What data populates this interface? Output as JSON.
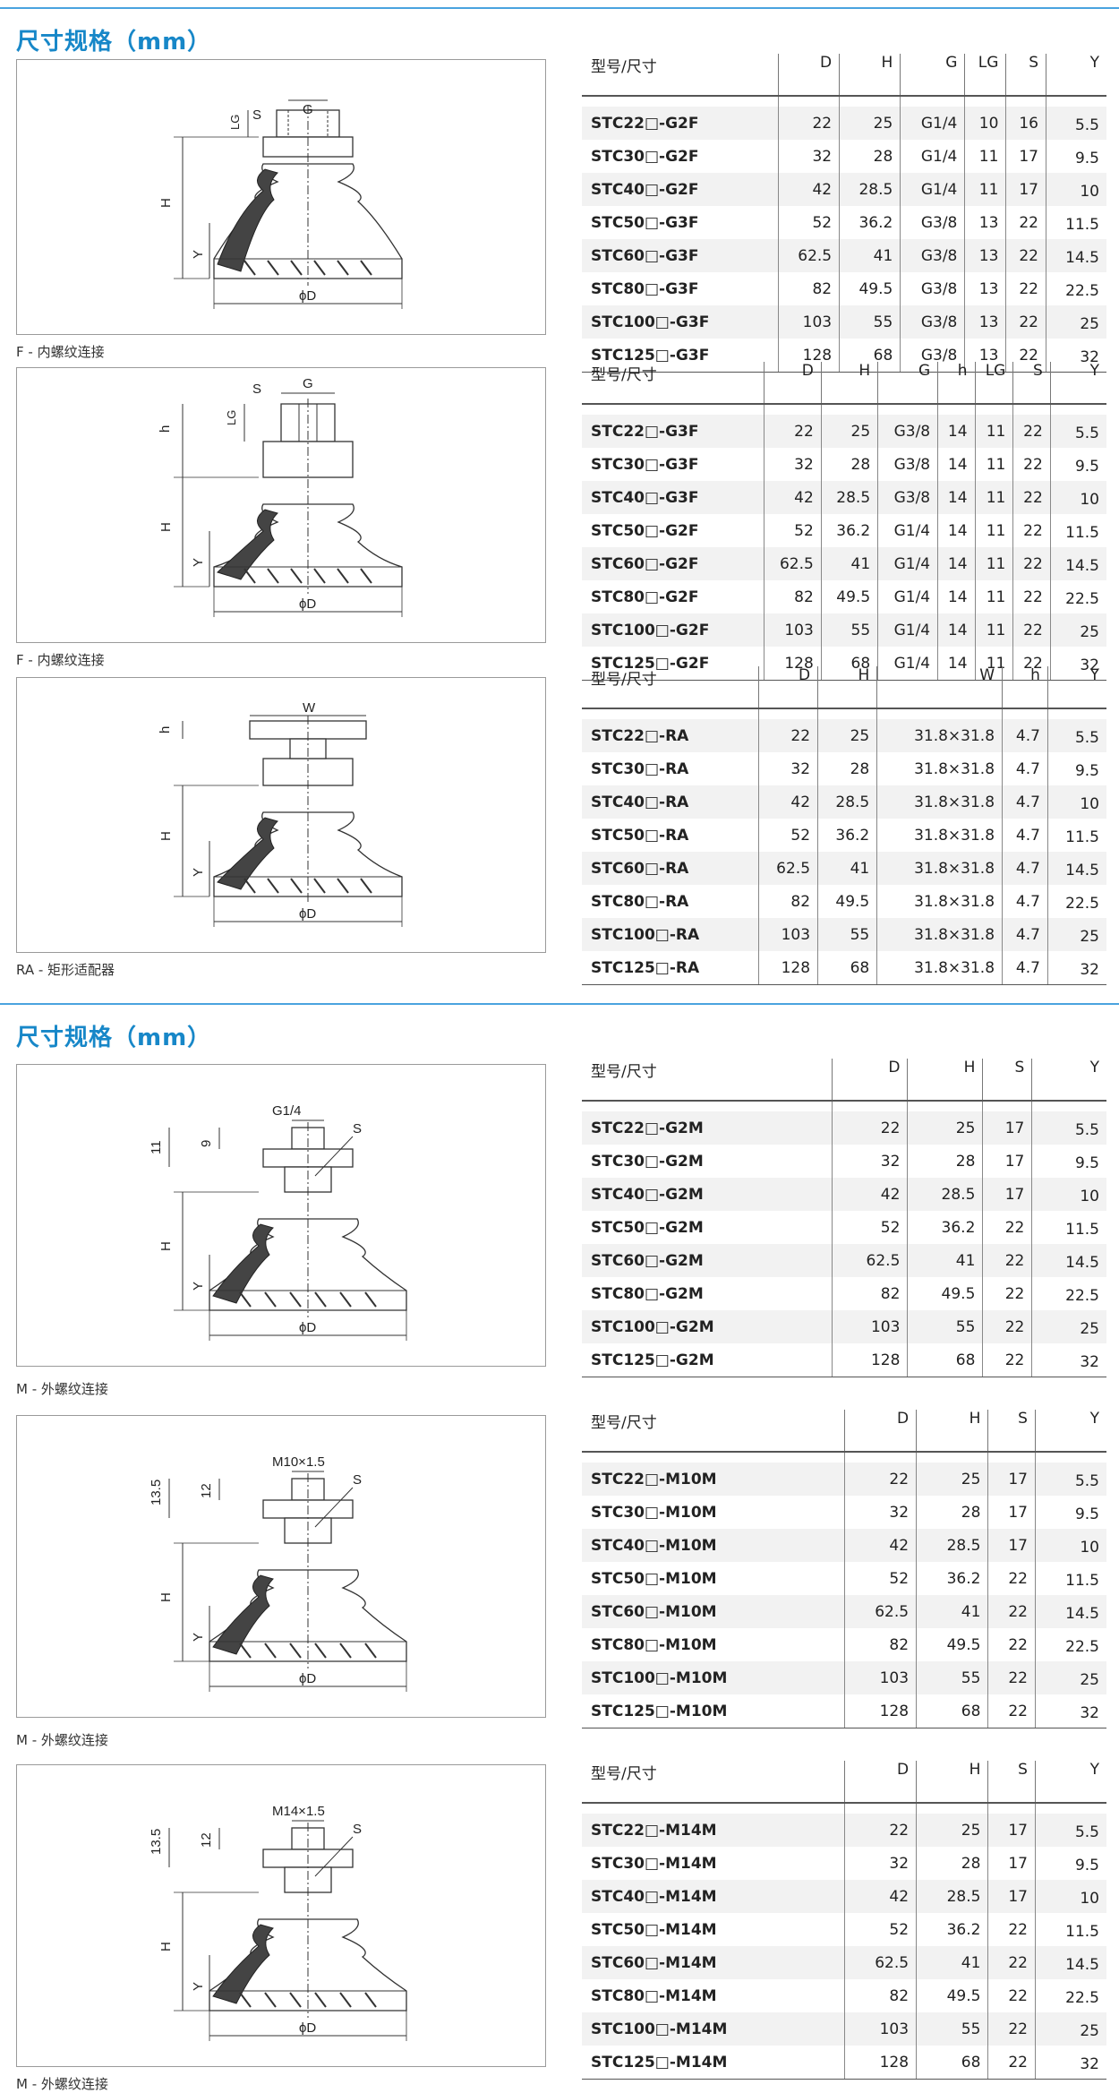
{
  "sections": [
    {
      "title": "尺寸规格（mm）"
    },
    {
      "title": "尺寸规格（mm）"
    }
  ],
  "diagrams": [
    {
      "caption": "F - 内螺纹连接",
      "labels": {
        "top_a": "S",
        "top_b": "G",
        "lg": "LG",
        "h": "H",
        "y": "Y",
        "d": "ϕD"
      }
    },
    {
      "caption": "F - 内螺纹连接",
      "labels": {
        "top_a": "S",
        "top_b": "G",
        "lg": "LG",
        "hh": "h",
        "h": "H",
        "y": "Y",
        "d": "ϕD"
      }
    },
    {
      "caption": "RA - 矩形适配器",
      "labels": {
        "w": "W",
        "hh": "h",
        "h": "H",
        "y": "Y",
        "d": "ϕD"
      }
    },
    {
      "caption": "M - 外螺纹连接",
      "labels": {
        "thread": "G1/4",
        "s": "S",
        "t1": "11",
        "t2": "9",
        "h": "H",
        "y": "Y",
        "d": "ϕD"
      }
    },
    {
      "caption": "M - 外螺纹连接",
      "labels": {
        "thread": "M10×1.5",
        "s": "S",
        "t1": "13.5",
        "t2": "12",
        "h": "H",
        "y": "Y",
        "d": "ϕD"
      }
    },
    {
      "caption": "M - 外螺纹连接",
      "labels": {
        "thread": "M14×1.5",
        "s": "S",
        "t1": "13.5",
        "t2": "12",
        "h": "H",
        "y": "Y",
        "d": "ϕD"
      }
    }
  ],
  "tables": [
    {
      "headers": [
        "型号/尺寸",
        "D",
        "H",
        "G",
        "LG",
        "S",
        "Y"
      ],
      "rows": [
        [
          "STC22□-G2F",
          "22",
          "25",
          "G1/4",
          "10",
          "16",
          "5.5"
        ],
        [
          "STC30□-G2F",
          "32",
          "28",
          "G1/4",
          "11",
          "17",
          "9.5"
        ],
        [
          "STC40□-G2F",
          "42",
          "28.5",
          "G1/4",
          "11",
          "17",
          "10"
        ],
        [
          "STC50□-G3F",
          "52",
          "36.2",
          "G3/8",
          "13",
          "22",
          "11.5"
        ],
        [
          "STC60□-G3F",
          "62.5",
          "41",
          "G3/8",
          "13",
          "22",
          "14.5"
        ],
        [
          "STC80□-G3F",
          "82",
          "49.5",
          "G3/8",
          "13",
          "22",
          "22.5"
        ],
        [
          "STC100□-G3F",
          "103",
          "55",
          "G3/8",
          "13",
          "22",
          "25"
        ],
        [
          "STC125□-G3F",
          "128",
          "68",
          "G3/8",
          "13",
          "22",
          "32"
        ]
      ]
    },
    {
      "headers": [
        "型号/尺寸",
        "D",
        "H",
        "G",
        "h",
        "LG",
        "S",
        "Y"
      ],
      "rows": [
        [
          "STC22□-G3F",
          "22",
          "25",
          "G3/8",
          "14",
          "11",
          "22",
          "5.5"
        ],
        [
          "STC30□-G3F",
          "32",
          "28",
          "G3/8",
          "14",
          "11",
          "22",
          "9.5"
        ],
        [
          "STC40□-G3F",
          "42",
          "28.5",
          "G3/8",
          "14",
          "11",
          "22",
          "10"
        ],
        [
          "STC50□-G2F",
          "52",
          "36.2",
          "G1/4",
          "14",
          "11",
          "22",
          "11.5"
        ],
        [
          "STC60□-G2F",
          "62.5",
          "41",
          "G1/4",
          "14",
          "11",
          "22",
          "14.5"
        ],
        [
          "STC80□-G2F",
          "82",
          "49.5",
          "G1/4",
          "14",
          "11",
          "22",
          "22.5"
        ],
        [
          "STC100□-G2F",
          "103",
          "55",
          "G1/4",
          "14",
          "11",
          "22",
          "25"
        ],
        [
          "STC125□-G2F",
          "128",
          "68",
          "G1/4",
          "14",
          "11",
          "22",
          "32"
        ]
      ]
    },
    {
      "headers": [
        "型号/尺寸",
        "D",
        "H",
        "W",
        "h",
        "Y"
      ],
      "rows": [
        [
          "STC22□-RA",
          "22",
          "25",
          "31.8×31.8",
          "4.7",
          "5.5"
        ],
        [
          "STC30□-RA",
          "32",
          "28",
          "31.8×31.8",
          "4.7",
          "9.5"
        ],
        [
          "STC40□-RA",
          "42",
          "28.5",
          "31.8×31.8",
          "4.7",
          "10"
        ],
        [
          "STC50□-RA",
          "52",
          "36.2",
          "31.8×31.8",
          "4.7",
          "11.5"
        ],
        [
          "STC60□-RA",
          "62.5",
          "41",
          "31.8×31.8",
          "4.7",
          "14.5"
        ],
        [
          "STC80□-RA",
          "82",
          "49.5",
          "31.8×31.8",
          "4.7",
          "22.5"
        ],
        [
          "STC100□-RA",
          "103",
          "55",
          "31.8×31.8",
          "4.7",
          "25"
        ],
        [
          "STC125□-RA",
          "128",
          "68",
          "31.8×31.8",
          "4.7",
          "32"
        ]
      ]
    },
    {
      "headers": [
        "型号/尺寸",
        "D",
        "H",
        "S",
        "Y"
      ],
      "rows": [
        [
          "STC22□-G2M",
          "22",
          "25",
          "17",
          "5.5"
        ],
        [
          "STC30□-G2M",
          "32",
          "28",
          "17",
          "9.5"
        ],
        [
          "STC40□-G2M",
          "42",
          "28.5",
          "17",
          "10"
        ],
        [
          "STC50□-G2M",
          "52",
          "36.2",
          "22",
          "11.5"
        ],
        [
          "STC60□-G2M",
          "62.5",
          "41",
          "22",
          "14.5"
        ],
        [
          "STC80□-G2M",
          "82",
          "49.5",
          "22",
          "22.5"
        ],
        [
          "STC100□-G2M",
          "103",
          "55",
          "22",
          "25"
        ],
        [
          "STC125□-G2M",
          "128",
          "68",
          "22",
          "32"
        ]
      ]
    },
    {
      "headers": [
        "型号/尺寸",
        "D",
        "H",
        "S",
        "Y"
      ],
      "rows": [
        [
          "STC22□-M10M",
          "22",
          "25",
          "17",
          "5.5"
        ],
        [
          "STC30□-M10M",
          "32",
          "28",
          "17",
          "9.5"
        ],
        [
          "STC40□-M10M",
          "42",
          "28.5",
          "17",
          "10"
        ],
        [
          "STC50□-M10M",
          "52",
          "36.2",
          "22",
          "11.5"
        ],
        [
          "STC60□-M10M",
          "62.5",
          "41",
          "22",
          "14.5"
        ],
        [
          "STC80□-M10M",
          "82",
          "49.5",
          "22",
          "22.5"
        ],
        [
          "STC100□-M10M",
          "103",
          "55",
          "22",
          "25"
        ],
        [
          "STC125□-M10M",
          "128",
          "68",
          "22",
          "32"
        ]
      ]
    },
    {
      "headers": [
        "型号/尺寸",
        "D",
        "H",
        "S",
        "Y"
      ],
      "rows": [
        [
          "STC22□-M14M",
          "22",
          "25",
          "17",
          "5.5"
        ],
        [
          "STC30□-M14M",
          "32",
          "28",
          "17",
          "9.5"
        ],
        [
          "STC40□-M14M",
          "42",
          "28.5",
          "17",
          "10"
        ],
        [
          "STC50□-M14M",
          "52",
          "36.2",
          "22",
          "11.5"
        ],
        [
          "STC60□-M14M",
          "62.5",
          "41",
          "22",
          "14.5"
        ],
        [
          "STC80□-M14M",
          "82",
          "49.5",
          "22",
          "22.5"
        ],
        [
          "STC100□-M14M",
          "103",
          "55",
          "22",
          "25"
        ],
        [
          "STC125□-M14M",
          "128",
          "68",
          "22",
          "32"
        ]
      ]
    }
  ]
}
